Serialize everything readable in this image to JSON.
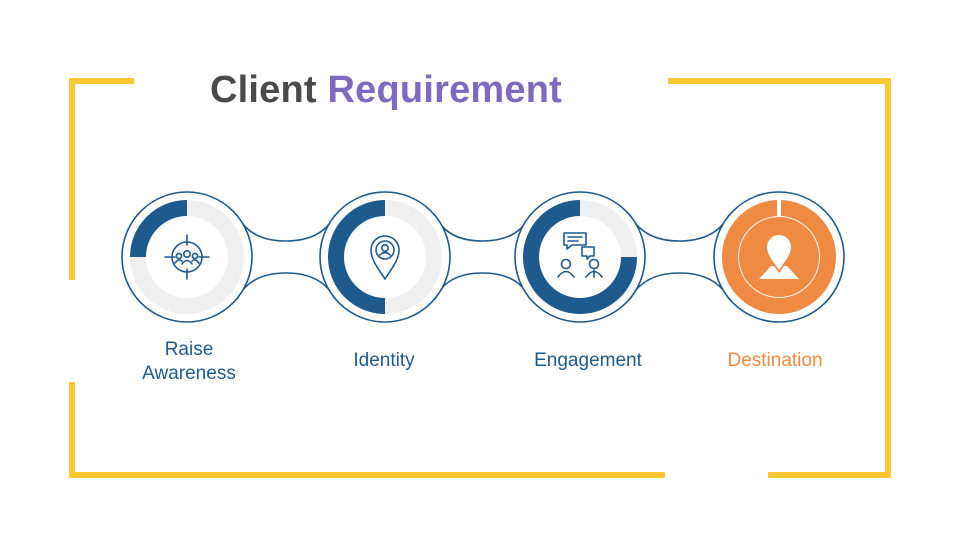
{
  "title": {
    "part1": "Client",
    "part2": "Requirement"
  },
  "colors": {
    "frame": "#F9C832",
    "title_dark": "#4A4A4A",
    "title_accent": "#7E68C2",
    "primary": "#1E5A8C",
    "track": "#EFEFEF",
    "highlight": "#EE8A42"
  },
  "steps": [
    {
      "label_line1": "Raise",
      "label_line2": "Awareness",
      "icon": "target-audience-icon",
      "progress": 0.25
    },
    {
      "label_line1": "Identity",
      "label_line2": "",
      "icon": "identity-pin-icon",
      "progress": 0.5
    },
    {
      "label_line1": "Engagement",
      "label_line2": "",
      "icon": "conversation-icon",
      "progress": 0.75
    },
    {
      "label_line1": "Destination",
      "label_line2": "",
      "icon": "location-pin-icon",
      "progress": 1.0
    }
  ]
}
